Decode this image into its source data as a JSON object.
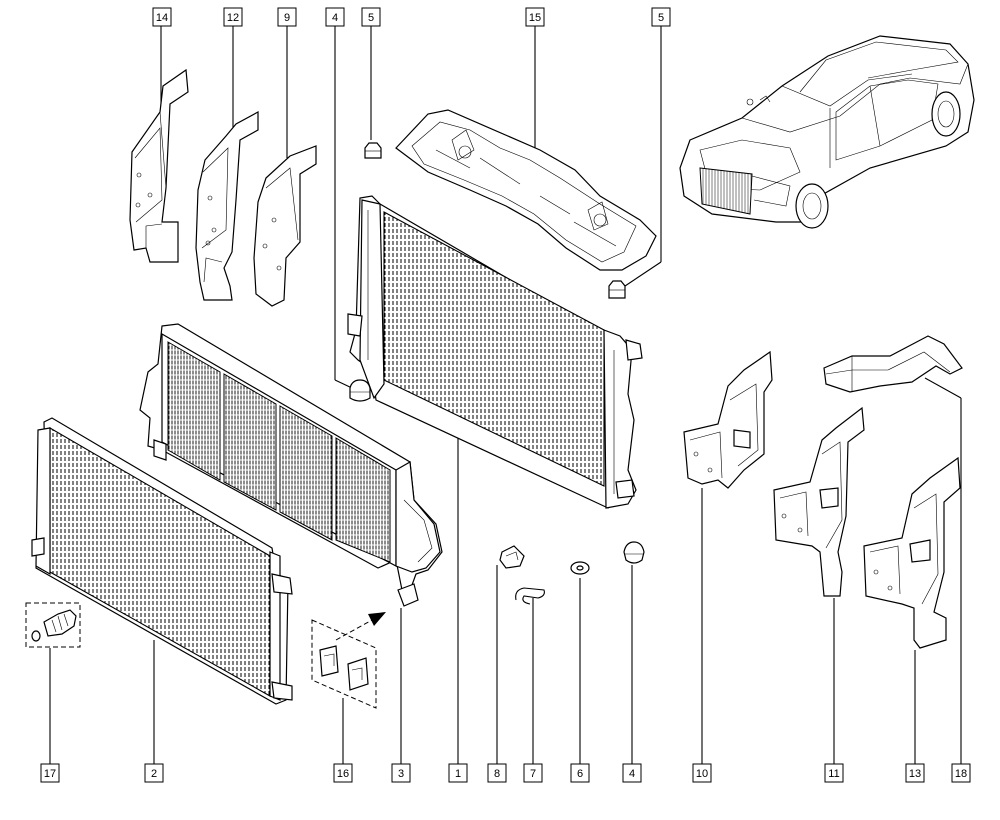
{
  "callouts": [
    {
      "id": "c14",
      "label": "14"
    },
    {
      "id": "c12",
      "label": "12"
    },
    {
      "id": "c9",
      "label": "9"
    },
    {
      "id": "c4a",
      "label": "4"
    },
    {
      "id": "c5a",
      "label": "5"
    },
    {
      "id": "c15",
      "label": "15"
    },
    {
      "id": "c5b",
      "label": "5"
    },
    {
      "id": "c17",
      "label": "17"
    },
    {
      "id": "c2",
      "label": "2"
    },
    {
      "id": "c16",
      "label": "16"
    },
    {
      "id": "c3",
      "label": "3"
    },
    {
      "id": "c1",
      "label": "1"
    },
    {
      "id": "c8",
      "label": "8"
    },
    {
      "id": "c7",
      "label": "7"
    },
    {
      "id": "c6",
      "label": "6"
    },
    {
      "id": "c4b",
      "label": "4"
    },
    {
      "id": "c10",
      "label": "10"
    },
    {
      "id": "c11",
      "label": "11"
    },
    {
      "id": "c13",
      "label": "13"
    },
    {
      "id": "c18",
      "label": "18"
    }
  ]
}
